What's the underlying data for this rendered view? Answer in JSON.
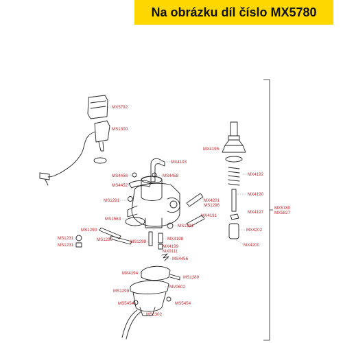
{
  "banner": {
    "text": "Na obrázku díl číslo MX5780",
    "color": "#ffd700"
  },
  "colors": {
    "label": "#d2232a",
    "line": "#222222"
  },
  "labels": {
    "mx5792": "MX5792",
    "ms1300": "MS1300",
    "mx4195": "MX4195",
    "mx4193": "MX4193",
    "ms4458a": "MS4458",
    "ms4458b": "MS4458",
    "ms4452": "MS4452",
    "mx4192": "MX4192",
    "mx4201": "MX4201",
    "ms1296": "MS1296",
    "ms1291a": "MS1291",
    "mx4190": "MX4190",
    "mx4197": "MX4197",
    "ms1563": "MS1563",
    "mx4191": "MX4191",
    "ms1291b": "MS1291",
    "mx4202": "MX4202",
    "ms1290a": "MS1290",
    "ms1290b": "MS1290",
    "ms1231a": "MS1231",
    "ms1231b": "MS1231",
    "ms1298": "MS1298",
    "mx4198": "MX4198",
    "mx4199": "MX4199",
    "mx9111": "MX9111",
    "mx4200": "MX4200",
    "ms4456": "MS4456",
    "mx4194": "MX4194",
    "ms1289": "MS1289",
    "ms1299": "MS1299",
    "mv0602": "MV0602",
    "ms5454a": "MS5454",
    "ms5454b": "MS5454",
    "ms1302": "MS1302",
    "mx5780": "MX5780",
    "mx5827": "MX5827"
  }
}
